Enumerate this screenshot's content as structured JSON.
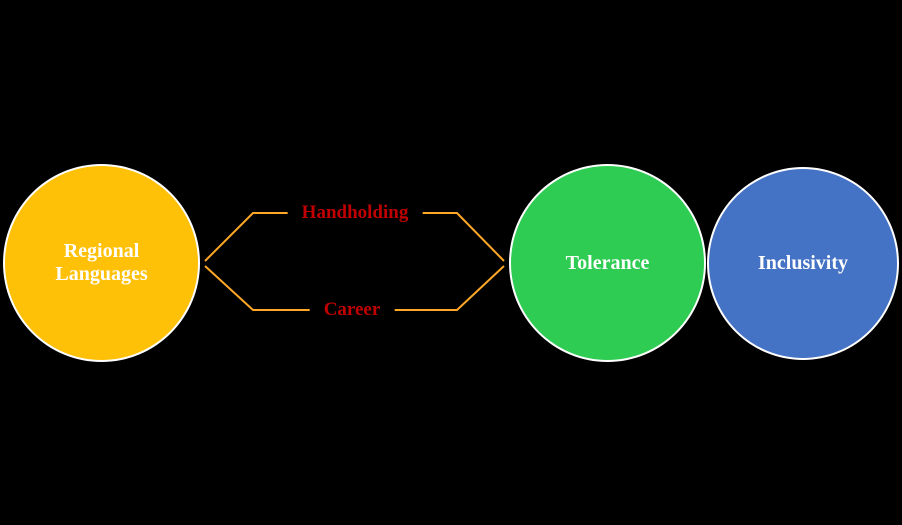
{
  "background_color": "#000000",
  "nodes": [
    {
      "id": "regional-languages",
      "label": "Regional Languages",
      "color": "#FFC008",
      "text_color": "#FFFFFF"
    },
    {
      "id": "tolerance",
      "label": "Tolerance",
      "color": "#2ECC52",
      "text_color": "#FFFFFF"
    },
    {
      "id": "inclusivity",
      "label": "Inclusivity",
      "color": "#4472C4",
      "text_color": "#FFFFFF"
    }
  ],
  "connectors": [
    {
      "id": "handholding",
      "label": "Handholding",
      "label_color": "#C00000",
      "line_color": "#FFA726"
    },
    {
      "id": "career",
      "label": "Career",
      "label_color": "#C00000",
      "line_color": "#FFA726"
    }
  ]
}
